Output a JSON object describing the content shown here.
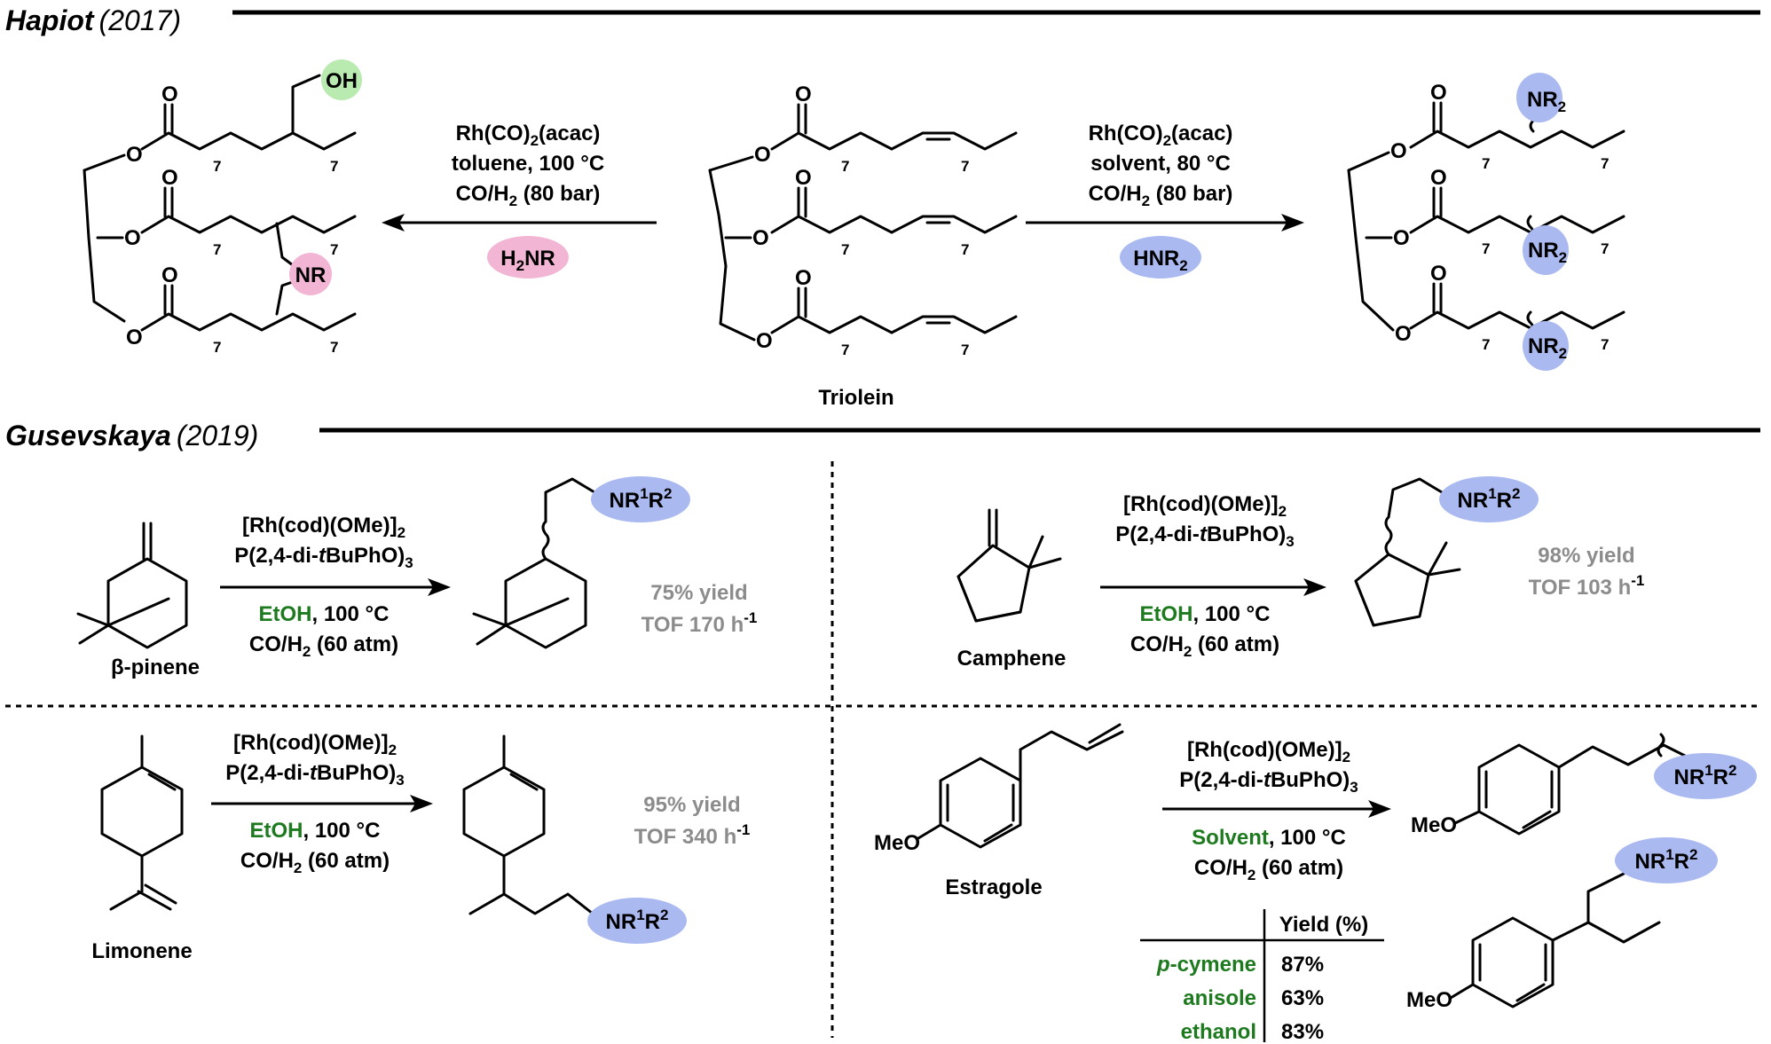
{
  "hapiot": {
    "author": "Hapiot",
    "year": "(2017)",
    "left_cond": [
      "Rh(CO)",
      "2",
      "(acac)",
      "toluene, 100 °C",
      "CO/H",
      "2",
      " (80 bar)"
    ],
    "left_reagent": [
      "H",
      "2",
      "NR"
    ],
    "right_cond": [
      "Rh(CO)",
      "2",
      "(acac)",
      "solvent, 80 °C",
      "CO/H",
      "2",
      " (80 bar)"
    ],
    "right_reagent": [
      "HNR",
      "2"
    ],
    "substrate": "Triolein",
    "oh": "OH",
    "nr": "NR",
    "nr2": "NR",
    "nr2_sub": "2",
    "o": "O",
    "seven": "7"
  },
  "gusevskaya": {
    "author": "Gusevskaya",
    "year": "(2019)",
    "catalyst": "[Rh(cod)(OMe)]",
    "catalyst_sub": "2",
    "ligand_a": "P(2,4-di-",
    "ligand_t": "t",
    "ligand_b": "BuPhO)",
    "ligand_sub": "3",
    "solvent_etoh": "EtOH",
    "solvent_generic": "Solvent",
    "temp": ", 100 °C",
    "gas_a": "CO/H",
    "gas_sub": "2",
    "gas_b": " (60 atm)",
    "amine_a": "NR",
    "amine_1": "1",
    "amine_b": "R",
    "amine_2": "2",
    "meo": "MeO",
    "reactions": [
      {
        "substrate": "β-pinene",
        "yield": "75% yield",
        "tof": "TOF 170 h",
        "tof_exp": "-1"
      },
      {
        "substrate": "Camphene",
        "yield": "98% yield",
        "tof": "TOF 103 h",
        "tof_exp": "-1"
      },
      {
        "substrate": "Limonene",
        "yield": "95% yield",
        "tof": "TOF 340 h",
        "tof_exp": "-1"
      },
      {
        "substrate": "Estragole"
      }
    ],
    "table": {
      "header": "Yield (%)",
      "rows": [
        {
          "solvent_italic": "p",
          "solvent": "-cymene",
          "yield": "87%"
        },
        {
          "solvent_italic": "",
          "solvent": "anisole",
          "yield": "63%"
        },
        {
          "solvent_italic": "",
          "solvent": "ethanol",
          "yield": "83%"
        }
      ]
    }
  },
  "colors": {
    "pink": "#f2b6d4",
    "green_circle": "#b9eab0",
    "blue": "#aab9f0",
    "green_text": "#1e7a1e",
    "gray_text": "#8c8c8c"
  }
}
